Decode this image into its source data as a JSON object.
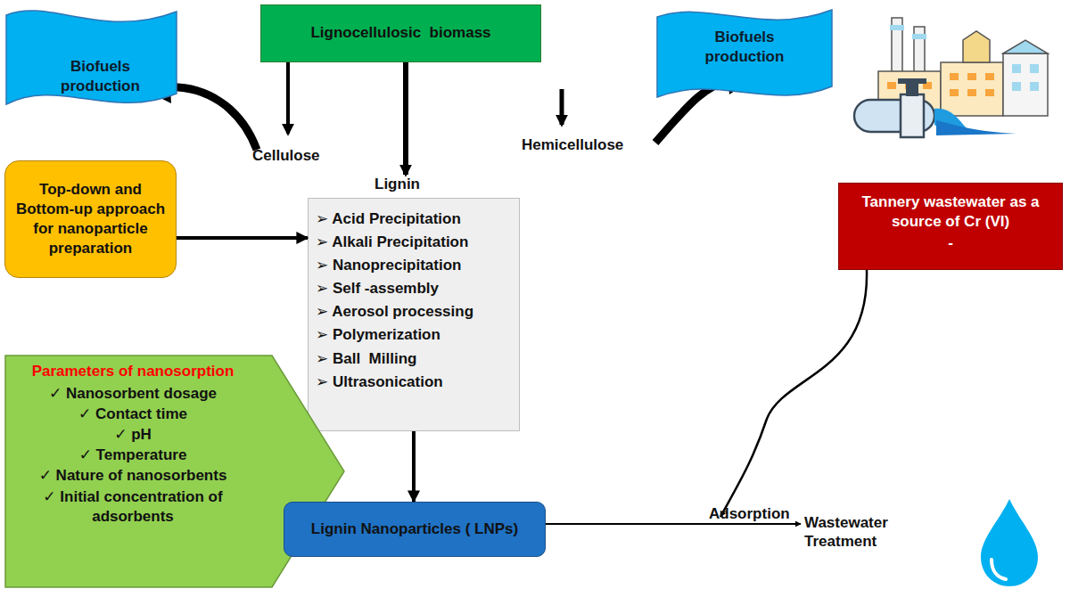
{
  "diagram": {
    "nodes": [
      {
        "text": [
          "Biofuels production"
        ]
      },
      {
        "text": [
          "Lignocellulosic  biomass"
        ]
      },
      {
        "text": [
          "Biofuels production"
        ]
      },
      {
        "text": [
          "Top-down and Bottom-up approach for nanoparticle preparation"
        ]
      },
      {
        "text": [
          "➢ Acid Precipitation",
          "➢ Alkali Precipitation",
          "➢ Nanoprecipitation",
          "➢ Self -assembly",
          "➢ Aerosol processing",
          "➢ Polymerization",
          "➢ Ball  Milling",
          "➢ Ultrasonication"
        ]
      },
      {
        "text": [
          "Tannery wastewater as a source of Cr (VI)",
          "-"
        ]
      },
      {
        "text": [
          "Parameters of nanosorption",
          "✓ Nanosorbent dosage",
          "✓ Contact time",
          "✓ pH",
          "✓ Temperature",
          "✓ Nature of nanosorbents",
          "✓ Initial concentration of adsorbents"
        ]
      },
      {
        "text": [
          "Lignin Nanoparticles ( LNPs)"
        ]
      }
    ],
    "edges": [
      {
        "from": 3,
        "to": 4,
        "arrow": "to"
      },
      {
        "from": 4,
        "to": 7,
        "arrow": "to"
      }
    ],
    "labels": [
      "Cellulose",
      "Lignin",
      "Hemicellulose",
      "Adsorption",
      "Wastewater Treatment"
    ]
  }
}
